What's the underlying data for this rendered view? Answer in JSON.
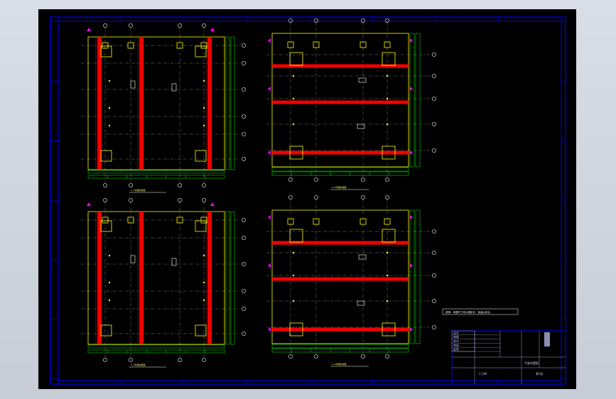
{
  "view_captions": [
    "1-1平面布置图",
    "2-2平面布置图",
    "3-3平面布置图",
    "4-4平面布置图"
  ],
  "note": "说明：本图尺寸均以毫米计，标高以米计。",
  "title_block": {
    "name": "平面布置图",
    "scale": "1:100",
    "sheet": "第1张",
    "rows": [
      "设计",
      "制图",
      "校对",
      "审核",
      "批准"
    ]
  },
  "colors": {
    "background": "#000000",
    "frame": "#0000ff",
    "outline": "#ffff00",
    "dimension": "#00ff00",
    "beam": "#ff0000",
    "marker": "#ff00ff",
    "axis_label": "#ffffff"
  }
}
